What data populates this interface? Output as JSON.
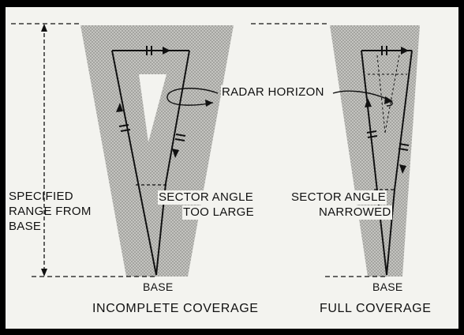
{
  "labels": {
    "radar_horizon": "RADAR HORIZON",
    "specified_range_line1": "SPECIFIED",
    "specified_range_line2": "RANGE FROM",
    "specified_range_line3": "BASE",
    "sector_angle_left_line1": "SECTOR ANGLE",
    "sector_angle_left_line2": "TOO LARGE",
    "sector_angle_right_line1": "SECTOR ANGLE",
    "sector_angle_right_line2": "NARROWED",
    "base_left": "BASE",
    "base_right": "BASE"
  },
  "captions": {
    "left": "INCOMPLETE COVERAGE",
    "right": "FULL COVERAGE"
  },
  "colors": {
    "background": "#000000",
    "panel": "#f3f3ef",
    "coverage_shading": "#b9b9b9",
    "ink": "#111111"
  }
}
